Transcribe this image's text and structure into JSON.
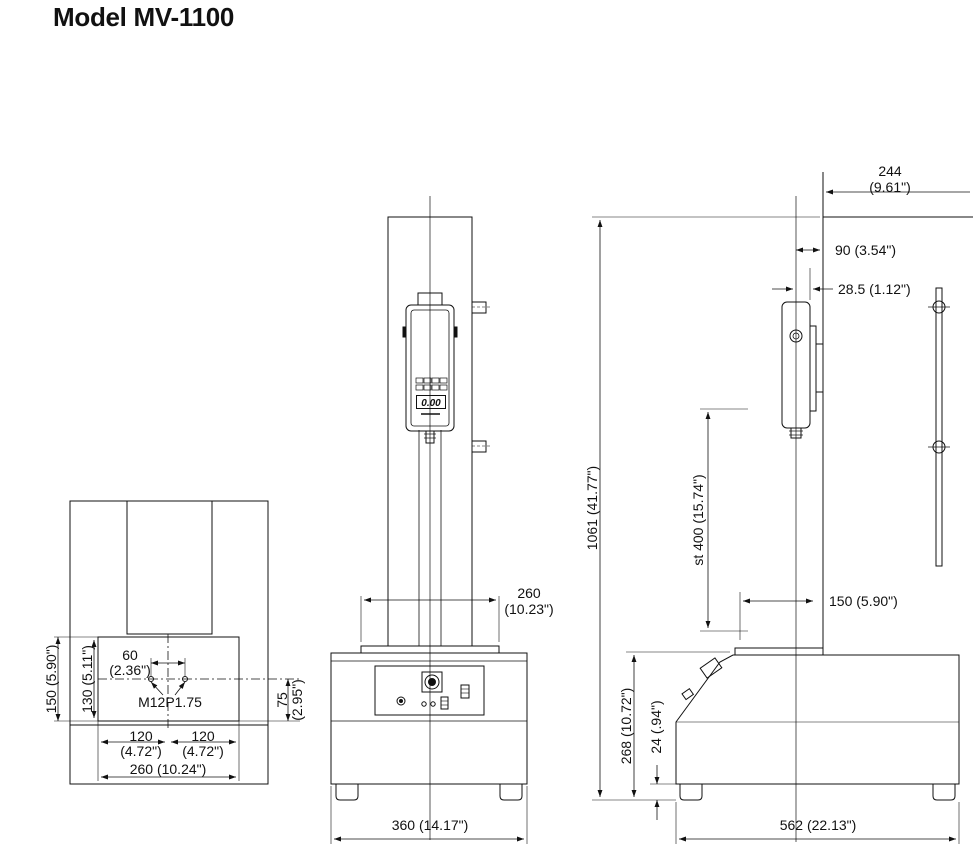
{
  "title": "Model MV-1100",
  "top_view": {
    "d_150": "150 (5.90\")",
    "d_130": "130 (5.11\")",
    "d_60": "60",
    "d_60_in": "(2.36\")",
    "thread": "M12P1.75",
    "d_75": "75",
    "d_75_in": "(2.95\")",
    "d_120_left": "120",
    "d_120_left_in": "(4.72\")",
    "d_120_right": "120",
    "d_120_right_in": "(4.72\")",
    "d_260": "260 (10.24\")"
  },
  "front_view": {
    "d_260": "260",
    "d_260_in": "(10.23\")",
    "d_360": "360 (14.17\")",
    "gauge_display": "0.00"
  },
  "side_view": {
    "d_244": "244",
    "d_244_in": "(9.61\")",
    "d_90": "90 (3.54\")",
    "d_28_5": "28.5 (1.12\")",
    "d_1061": "1061 (41.77\")",
    "d_stroke": "st 400 (15.74\")",
    "d_150": "150 (5.90\")",
    "d_268": "268 (10.72\")",
    "d_24": "24 (.94\")",
    "d_562": "562 (22.13\")"
  }
}
